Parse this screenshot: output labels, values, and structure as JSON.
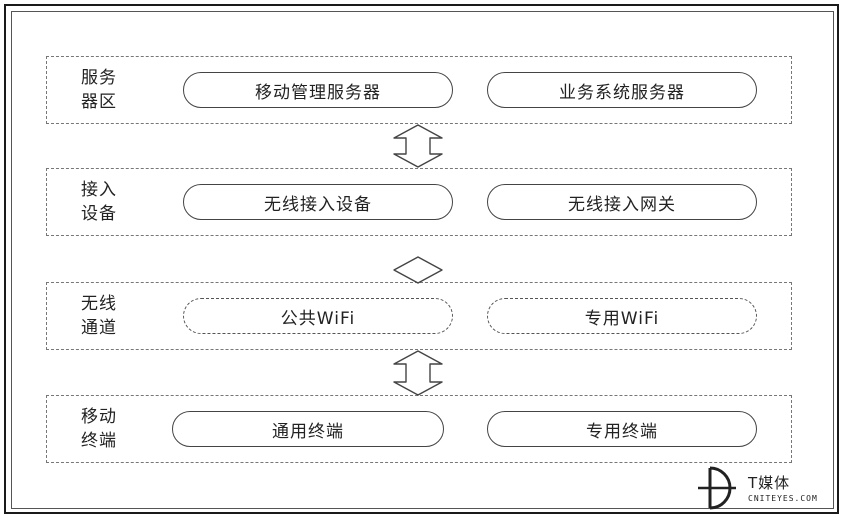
{
  "layers": [
    {
      "label": "服务\n器区",
      "nodes": [
        "移动管理服务器",
        "业务系统服务器"
      ]
    },
    {
      "label": "接入\n设备",
      "nodes": [
        "无线接入设备",
        "无线接入网关"
      ]
    },
    {
      "label": "无线\n通道",
      "nodes": [
        "公共WiFi",
        "专用WiFi"
      ]
    },
    {
      "label": "移动\n终端",
      "nodes": [
        "通用终端",
        "专用终端"
      ]
    }
  ],
  "watermark": {
    "brand": "T媒体",
    "sub": "CNITEYES.COM"
  }
}
